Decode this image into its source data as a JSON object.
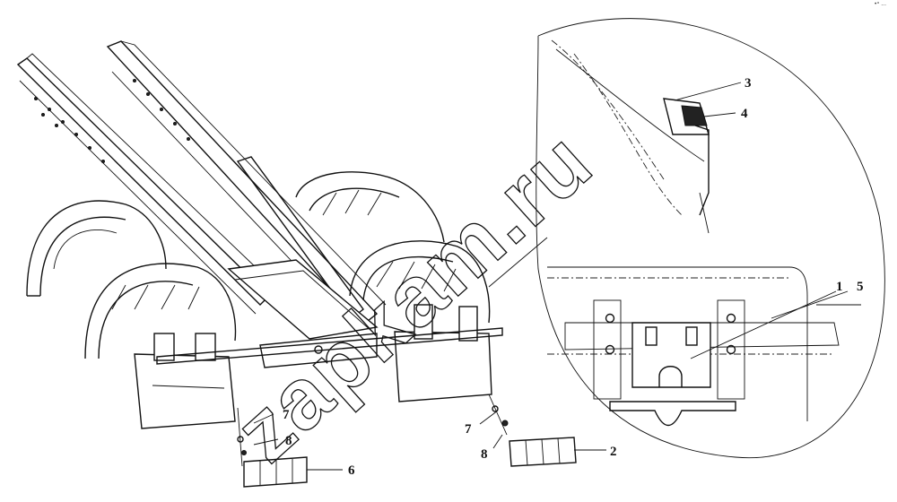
{
  "watermark": "zapkam.ru",
  "corner_mark": "•ᵒ ...",
  "callouts": [
    {
      "id": "callout-1",
      "label": "1"
    },
    {
      "id": "callout-2",
      "label": "2"
    },
    {
      "id": "callout-3",
      "label": "3"
    },
    {
      "id": "callout-4",
      "label": "4"
    },
    {
      "id": "callout-5",
      "label": "5"
    },
    {
      "id": "callout-6",
      "label": "6"
    },
    {
      "id": "callout-7a",
      "label": "7"
    },
    {
      "id": "callout-7b",
      "label": "7"
    },
    {
      "id": "callout-8a",
      "label": "8"
    },
    {
      "id": "callout-8b",
      "label": "8"
    }
  ]
}
